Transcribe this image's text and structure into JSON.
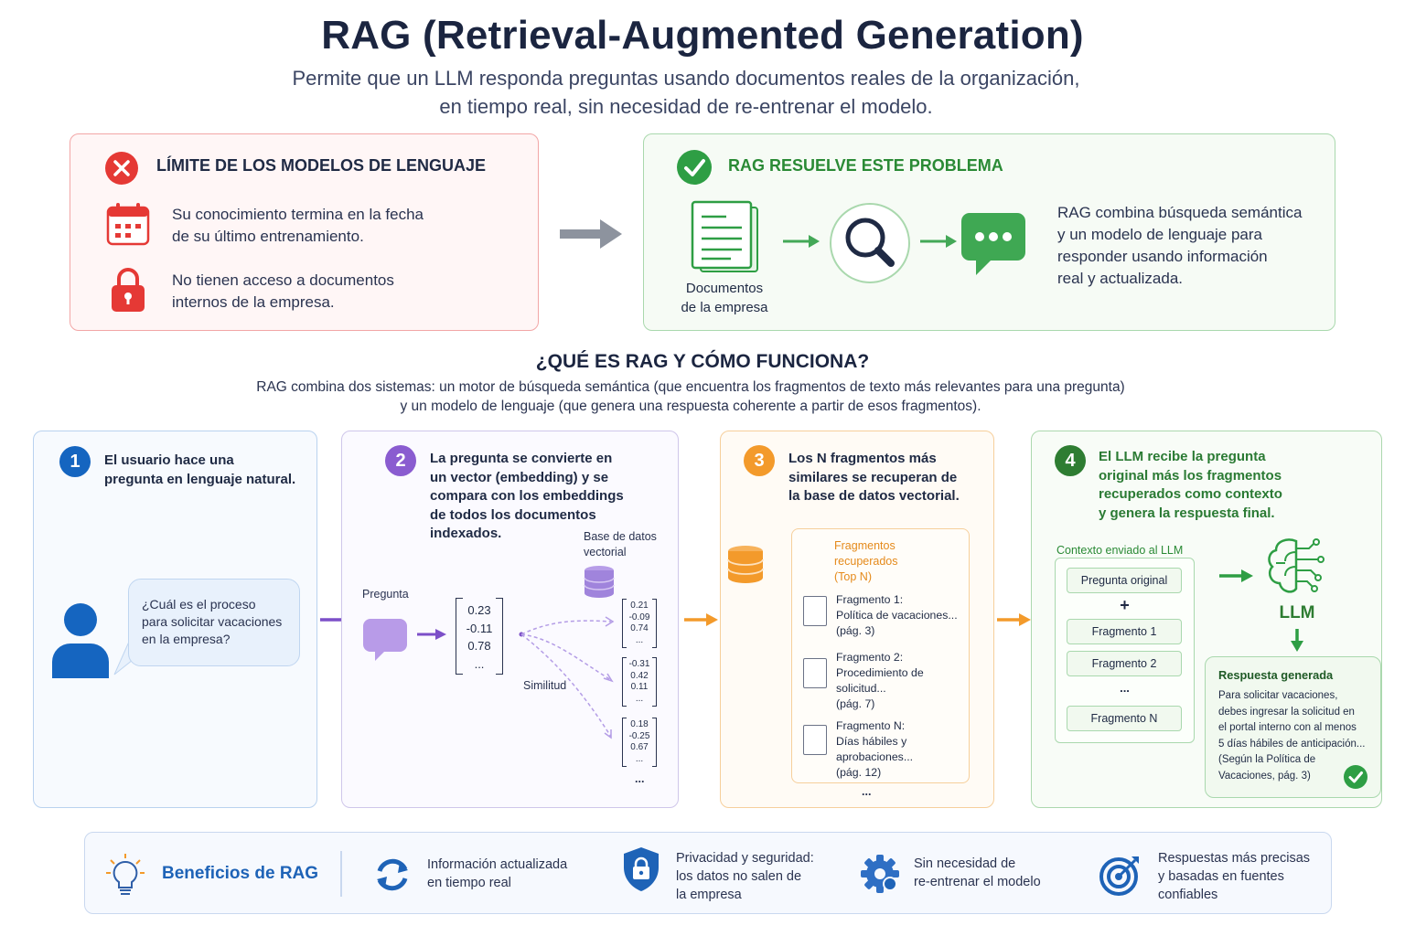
{
  "header": {
    "title": "RAG (Retrieval-Augmented Generation)",
    "subtitle_line1": "Permite que un LLM responda preguntas usando documentos reales de la organización,",
    "subtitle_line2": "en tiempo real, sin necesidad de re-entrenar el modelo."
  },
  "limit_card": {
    "title": "LÍMITE DE LOS MODELOS DE LENGUAJE",
    "item1_line1": "Su conocimiento termina en la fecha",
    "item1_line2": "de su último entrenamiento.",
    "item2_line1": "No tienen acceso a documentos",
    "item2_line2": "internos de la empresa."
  },
  "solve_card": {
    "title": "RAG RESUELVE ESTE PROBLEMA",
    "docs_label_line1": "Documentos",
    "docs_label_line2": "de la empresa",
    "desc_line1": "RAG combina búsqueda semántica",
    "desc_line2": "y un modelo de lenguaje para",
    "desc_line3": "responder usando información",
    "desc_line4": "real y actualizada."
  },
  "section": {
    "title": "¿QUÉ ES RAG Y CÓMO FUNCIONA?",
    "desc_line1": "RAG combina dos sistemas: un motor de búsqueda semántica (que encuentra los fragmentos de texto más relevantes para una pregunta)",
    "desc_line2": "y un modelo de lenguaje (que genera una respuesta coherente a partir de esos fragmentos)."
  },
  "step1": {
    "number": "1",
    "text_line1": "El usuario hace una",
    "text_line2": "pregunta en lenguaje natural.",
    "bubble_line1": "¿Cuál es el proceso",
    "bubble_line2": "para solicitar vacaciones",
    "bubble_line3": "en la empresa?"
  },
  "step2": {
    "number": "2",
    "text_line1": "La pregunta se convierte en",
    "text_line2": "un vector (embedding) y se",
    "text_line3": "compara con los embeddings",
    "text_line4": "de todos los documentos",
    "text_line5": "indexados.",
    "question_label": "Pregunta",
    "db_label_line1": "Base de datos",
    "db_label_line2": "vectorial",
    "similarity_label": "Similitud",
    "query_vector": [
      "0.23",
      "-0.11",
      "0.78",
      "..."
    ],
    "doc_vectors": [
      [
        "0.21",
        "-0.09",
        "0.74",
        "..."
      ],
      [
        "-0.31",
        "0.42",
        "0.11",
        "..."
      ],
      [
        "0.18",
        "-0.25",
        "0.67",
        "..."
      ]
    ],
    "more": "..."
  },
  "step3": {
    "number": "3",
    "text_line1": "Los N fragmentos más",
    "text_line2": "similares se recuperan de",
    "text_line3": "la base de datos vectorial.",
    "box_title_line1": "Fragmentos",
    "box_title_line2": "recuperados",
    "box_title_line3": "(Top N)",
    "frag1_line1": "Fragmento 1:",
    "frag1_line2": "Política de vacaciones...",
    "frag1_line3": "(pág. 3)",
    "frag2_line1": "Fragmento 2:",
    "frag2_line2": "Procedimiento de",
    "frag2_line3": "solicitud...",
    "frag2_line4": "(pág. 7)",
    "fragN_line1": "Fragmento N:",
    "fragN_line2": "Días hábiles y",
    "fragN_line3": "aprobaciones...",
    "fragN_line4": "(pág. 12)",
    "more": "..."
  },
  "step4": {
    "number": "4",
    "text_line1": "El LLM recibe la pregunta",
    "text_line2": "original más los fragmentos",
    "text_line3": "recuperados como contexto",
    "text_line4": "y genera la respuesta final.",
    "context_label": "Contexto enviado al LLM",
    "ctx_original": "Pregunta original",
    "ctx_plus": "+",
    "ctx_frag1": "Fragmento 1",
    "ctx_frag2": "Fragmento 2",
    "ctx_more": "...",
    "ctx_fragN": "Fragmento N",
    "llm_label": "LLM",
    "response_title": "Respuesta generada",
    "response_line1": "Para solicitar vacaciones,",
    "response_line2": "debes ingresar la solicitud en",
    "response_line3": "el portal interno con al menos",
    "response_line4": "5 días hábiles de anticipación...",
    "response_line5": "(Según la Política de",
    "response_line6": "Vacaciones, pág. 3)"
  },
  "benefits": {
    "title": "Beneficios de RAG",
    "b1_line1": "Información actualizada",
    "b1_line2": "en tiempo real",
    "b2_line1": "Privacidad y seguridad:",
    "b2_line2": "los datos no salen de",
    "b2_line3": "la empresa",
    "b3_line1": "Sin necesidad de",
    "b3_line2": "re-entrenar el modelo",
    "b4_line1": "Respuestas más precisas",
    "b4_line2": "y basadas en fuentes",
    "b4_line3": "confiables"
  },
  "colors": {
    "red": "#e53935",
    "green": "#2e9e44",
    "blue": "#1565c0",
    "purple": "#8a5cd0",
    "orange": "#f39a2b"
  }
}
